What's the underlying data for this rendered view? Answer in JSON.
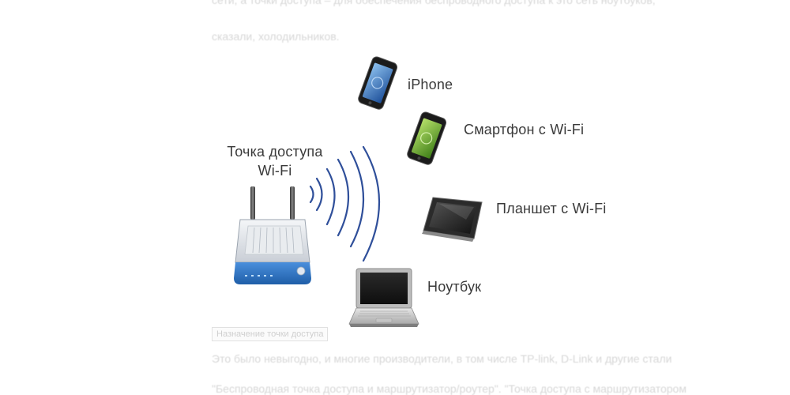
{
  "background_text": {
    "top_line_1": "сети, а точки доступа – для обеспечения беспроводного доступа к это сеть ноутбуков,",
    "top_line_2": "сказали, холодильников.",
    "caption": "Назначение точки доступа",
    "bottom_line_1": "Это было невыгодно, и многие производители, в том числе TP-link, D-Link и другие стали",
    "bottom_line_2": "\"Беспроводная точка доступа и маршрутизатор/роутер\". \"Точка доступа с маршрутизатором"
  },
  "diagram": {
    "access_point_label_line1": "Точка доступа",
    "access_point_label_line2": "Wi-Fi",
    "devices": [
      {
        "label": "iPhone",
        "icon": "iphone-icon"
      },
      {
        "label": "Смартфон с Wi-Fi",
        "icon": "smartphone-icon"
      },
      {
        "label": "Планшет с Wi-Fi",
        "icon": "tablet-icon"
      },
      {
        "label": "Ноутбук",
        "icon": "laptop-icon"
      }
    ],
    "colors": {
      "wave": "#2f4f9a",
      "router_blue": "#2a6fc0",
      "iphone_screen": "#3a7bc8",
      "smartphone_screen": "#6aaa2a",
      "label": "#3a3a3a"
    }
  }
}
